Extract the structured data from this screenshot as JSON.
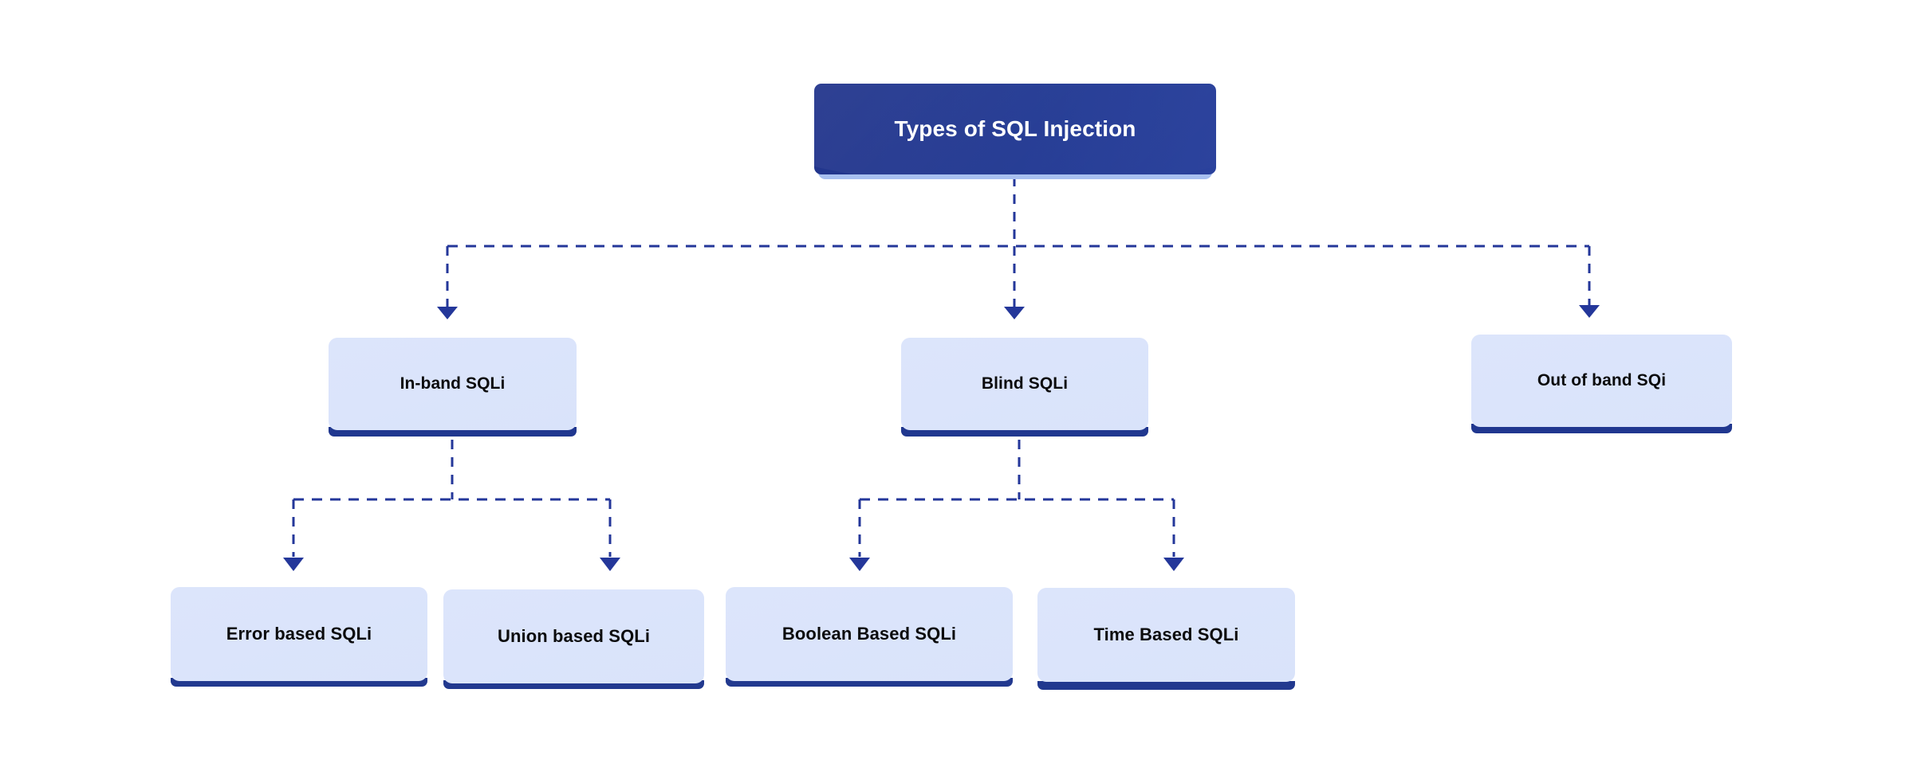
{
  "diagram": {
    "type": "hierarchy-tree",
    "title": "Types of SQL Injection",
    "orientation": "top-down",
    "connector_style": "dashed-with-arrowheads",
    "colors": {
      "root_fill": "#233a93",
      "root_shadow_bar": "#a8c0f0",
      "node_fill": "#dce5fb",
      "node_underbar": "#20378f",
      "connector": "#24379a",
      "root_text": "#ffffff",
      "node_text": "#0b0b0c",
      "background": "#ffffff"
    }
  },
  "root": {
    "id": "types-of-sql-injection",
    "label": "Types of SQL Injection"
  },
  "level2": [
    {
      "id": "in-band-sqli",
      "label": "In-band SQLi"
    },
    {
      "id": "blind-sqli",
      "label": "Blind SQLi"
    },
    {
      "id": "out-of-band-sqi",
      "label": "Out of band SQi"
    }
  ],
  "level3": [
    {
      "id": "error-based-sqli",
      "label": "Error based SQLi",
      "parent": "in-band-sqli"
    },
    {
      "id": "union-based-sqli",
      "label": "Union based SQLi",
      "parent": "in-band-sqli"
    },
    {
      "id": "boolean-based-sqli",
      "label": "Boolean Based SQLi",
      "parent": "blind-sqli"
    },
    {
      "id": "time-based-sqli",
      "label": "Time Based SQLi",
      "parent": "blind-sqli"
    }
  ],
  "edges": [
    {
      "from": "types-of-sql-injection",
      "to": "in-band-sqli"
    },
    {
      "from": "types-of-sql-injection",
      "to": "blind-sqli"
    },
    {
      "from": "types-of-sql-injection",
      "to": "out-of-band-sqi"
    },
    {
      "from": "in-band-sqli",
      "to": "error-based-sqli"
    },
    {
      "from": "in-band-sqli",
      "to": "union-based-sqli"
    },
    {
      "from": "blind-sqli",
      "to": "boolean-based-sqli"
    },
    {
      "from": "blind-sqli",
      "to": "time-based-sqli"
    }
  ]
}
